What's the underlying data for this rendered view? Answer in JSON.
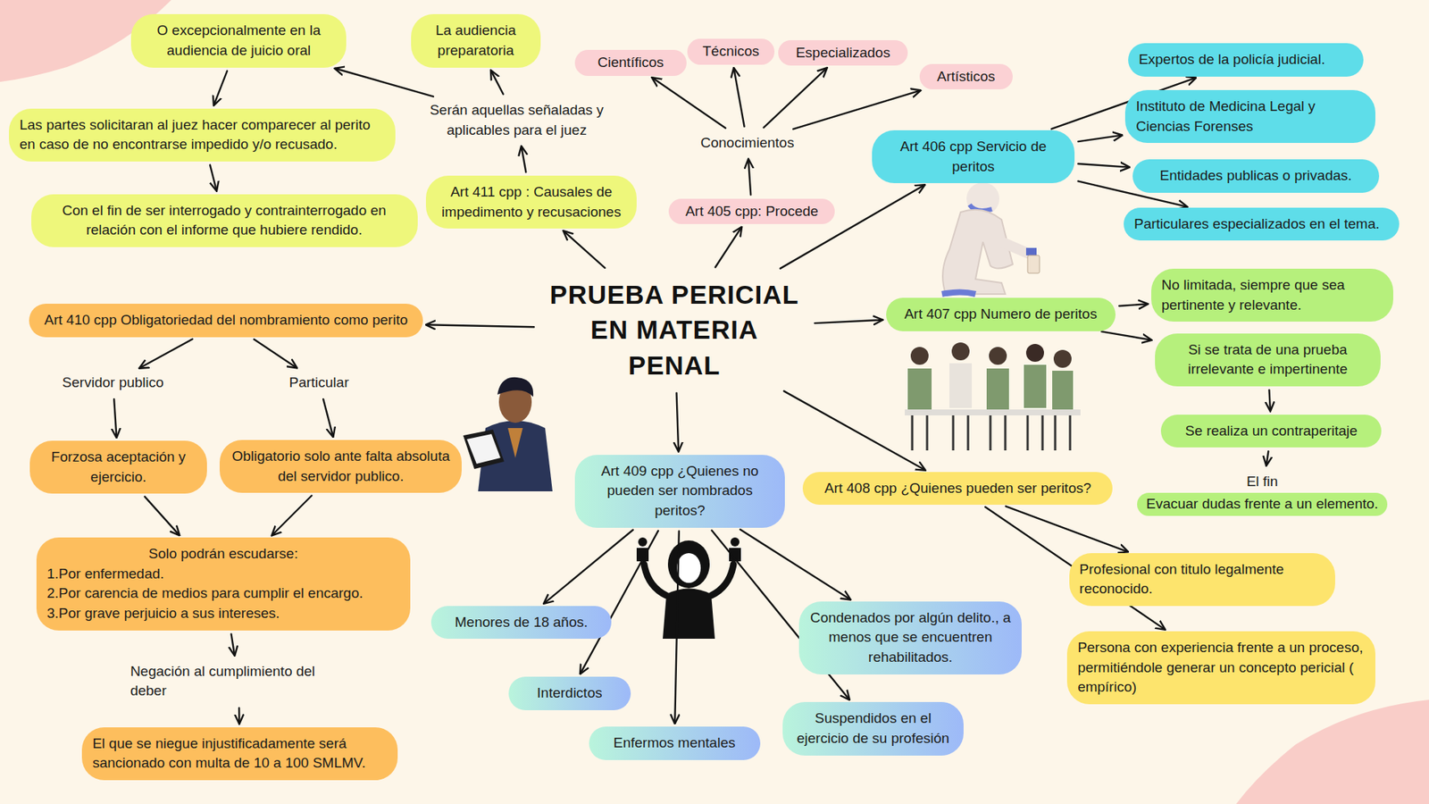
{
  "diagram": {
    "nodes": [
      {
        "text": [
          "PRUEBA PERICIAL EN MATERIA PENAL"
        ]
      },
      {
        "text": [
          "Art 411 cpp : Causales de impedimento y recusaciones"
        ]
      },
      {
        "text": [
          "Serán aquellas señaladas y aplicables para el juez"
        ]
      },
      {
        "text": [
          "La audiencia preparatoria"
        ]
      },
      {
        "text": [
          "O excepcionalmente en la audiencia de juicio oral"
        ]
      },
      {
        "text": [
          "Las partes solicitaran al juez hacer comparecer al perito en caso de no encontrarse impedido y/o recusado."
        ]
      },
      {
        "text": [
          "Con el fin de ser interrogado y contrainterrogado en relación con el informe que hubiere rendido."
        ]
      },
      {
        "text": [
          "Art 405 cpp: Procede"
        ]
      },
      {
        "text": [
          "Conocimientos"
        ]
      },
      {
        "text": [
          "Científicos"
        ]
      },
      {
        "text": [
          "Técnicos"
        ]
      },
      {
        "text": [
          "Especializados"
        ]
      },
      {
        "text": [
          "Artísticos"
        ]
      },
      {
        "text": [
          "Art 406 cpp Servicio de peritos"
        ]
      },
      {
        "text": [
          "Expertos de la policía judicial."
        ]
      },
      {
        "text": [
          "Instituto de Medicina Legal y Ciencias Forenses"
        ]
      },
      {
        "text": [
          "Entidades publicas o privadas."
        ]
      },
      {
        "text": [
          "Particulares especializados en el tema."
        ]
      },
      {
        "text": [
          "Art 407 cpp Numero de peritos"
        ]
      },
      {
        "text": [
          "No limitada, siempre que sea pertinente y relevante."
        ]
      },
      {
        "text": [
          "Si se trata de una prueba irrelevante e impertinente"
        ]
      },
      {
        "text": [
          "Se realiza un contraperitaje"
        ]
      },
      {
        "text": [
          "El fin",
          "Evacuar dudas frente a un elemento."
        ]
      },
      {
        "text": [
          "Art 408 cpp ¿Quienes pueden ser peritos?"
        ]
      },
      {
        "text": [
          "Profesional con titulo legalmente reconocido."
        ]
      },
      {
        "text": [
          "Persona con experiencia frente a un proceso, permitiéndole generar un concepto pericial ( empírico)"
        ]
      },
      {
        "text": [
          "Art 409 cpp ¿Quienes no pueden ser nombrados peritos?"
        ]
      },
      {
        "text": [
          "Menores de 18 años."
        ]
      },
      {
        "text": [
          "Interdictos"
        ]
      },
      {
        "text": [
          "Enfermos mentales"
        ]
      },
      {
        "text": [
          "Suspendidos en el ejercicio de su profesión"
        ]
      },
      {
        "text": [
          "Condenados por algún delito., a menos que se encuentren rehabilitados."
        ]
      },
      {
        "text": [
          "Art 410 cpp Obligatoriedad del nombramiento como perito"
        ]
      },
      {
        "text": [
          "Servidor publico"
        ]
      },
      {
        "text": [
          "Particular"
        ]
      },
      {
        "text": [
          "Forzosa aceptación y ejercicio."
        ]
      },
      {
        "text": [
          "Obligatorio solo ante falta absoluta del servidor publico."
        ]
      },
      {
        "text": [
          "Solo podrán escudarse:",
          "1.Por enfermedad.",
          "2.Por carencia de medios para cumplir el encargo.",
          "3.Por grave perjuicio a sus intereses."
        ]
      },
      {
        "text": [
          "Negación al cumplimiento del deber"
        ]
      },
      {
        "text": [
          "El que se niegue injustificadamente será sancionado con multa de 10 a 100 SMLMV."
        ]
      }
    ],
    "edges": [
      {
        "from": 0,
        "to": 1,
        "arrow": "to"
      },
      {
        "from": 1,
        "to": 2,
        "arrow": "to"
      },
      {
        "from": 2,
        "to": 3,
        "arrow": "to"
      },
      {
        "from": 2,
        "to": 4,
        "arrow": "to"
      },
      {
        "from": 4,
        "to": 5,
        "arrow": "to"
      },
      {
        "from": 5,
        "to": 6,
        "arrow": "to"
      },
      {
        "from": 0,
        "to": 7,
        "arrow": "to"
      },
      {
        "from": 7,
        "to": 8,
        "arrow": "to"
      },
      {
        "from": 8,
        "to": 9,
        "arrow": "to"
      },
      {
        "from": 8,
        "to": 10,
        "arrow": "to"
      },
      {
        "from": 8,
        "to": 11,
        "arrow": "to"
      },
      {
        "from": 8,
        "to": 12,
        "arrow": "to"
      },
      {
        "from": 0,
        "to": 13,
        "arrow": "to"
      },
      {
        "from": 13,
        "to": 14,
        "arrow": "to"
      },
      {
        "from": 13,
        "to": 15,
        "arrow": "to"
      },
      {
        "from": 13,
        "to": 16,
        "arrow": "to"
      },
      {
        "from": 13,
        "to": 17,
        "arrow": "to"
      },
      {
        "from": 0,
        "to": 18,
        "arrow": "to"
      },
      {
        "from": 18,
        "to": 19,
        "arrow": "to"
      },
      {
        "from": 18,
        "to": 20,
        "arrow": "to"
      },
      {
        "from": 20,
        "to": 21,
        "arrow": "to"
      },
      {
        "from": 21,
        "to": 22,
        "arrow": "to"
      },
      {
        "from": 0,
        "to": 23,
        "arrow": "to"
      },
      {
        "from": 23,
        "to": 24,
        "arrow": "to"
      },
      {
        "from": 23,
        "to": 25,
        "arrow": "to"
      },
      {
        "from": 0,
        "to": 26,
        "arrow": "to"
      },
      {
        "from": 26,
        "to": 27,
        "arrow": "to"
      },
      {
        "from": 26,
        "to": 28,
        "arrow": "to"
      },
      {
        "from": 26,
        "to": 29,
        "arrow": "to"
      },
      {
        "from": 26,
        "to": 30,
        "arrow": "to"
      },
      {
        "from": 26,
        "to": 31,
        "arrow": "to"
      },
      {
        "from": 0,
        "to": 32,
        "arrow": "to"
      },
      {
        "from": 32,
        "to": 33,
        "arrow": "to"
      },
      {
        "from": 32,
        "to": 34,
        "arrow": "to"
      },
      {
        "from": 33,
        "to": 35,
        "arrow": "to"
      },
      {
        "from": 34,
        "to": 36,
        "arrow": "to"
      },
      {
        "from": 35,
        "to": 37,
        "arrow": "to"
      },
      {
        "from": 36,
        "to": 37,
        "arrow": "to"
      },
      {
        "from": 37,
        "to": 38,
        "arrow": "to"
      },
      {
        "from": 38,
        "to": 39,
        "arrow": "to"
      }
    ]
  }
}
